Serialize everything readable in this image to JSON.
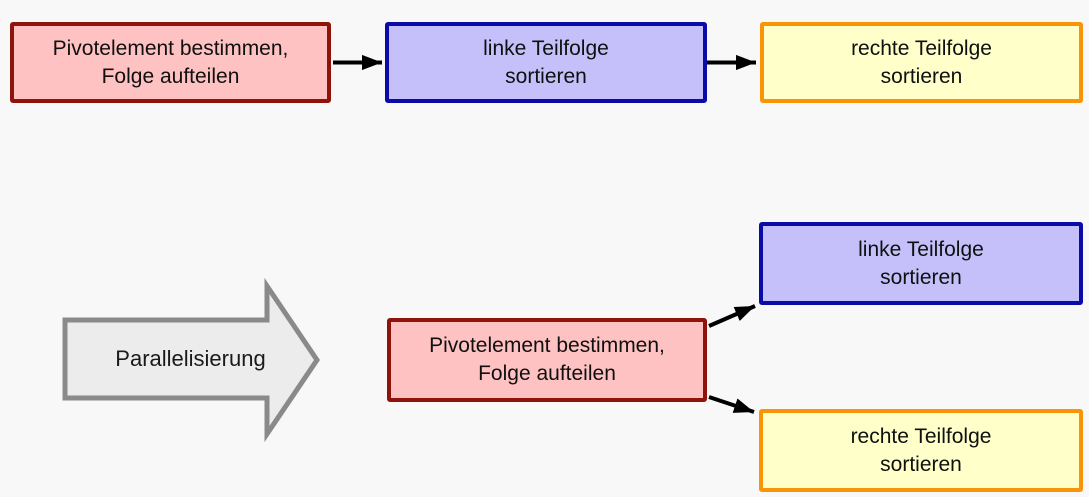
{
  "colors": {
    "page_bg": "#f8f8f8",
    "pink_fill": "#ffc2c2",
    "pink_border": "#8e130a",
    "blue_fill": "#c5c0fa",
    "blue_border": "#0b0ba8",
    "yellow_fill": "#ffffca",
    "yellow_border": "#f89406",
    "gray_fill": "#ececec",
    "gray_border": "#8a8a8a",
    "arrow_color": "#000000"
  },
  "sequential": {
    "pivot": {
      "line1": "Pivotelement bestimmen,",
      "line2": "Folge aufteilen"
    },
    "left": {
      "line1": "linke Teilfolge",
      "line2": "sortieren"
    },
    "right": {
      "line1": "rechte Teilfolge",
      "line2": "sortieren"
    }
  },
  "transform": {
    "label": "Parallelisierung"
  },
  "parallel": {
    "pivot": {
      "line1": "Pivotelement bestimmen,",
      "line2": "Folge aufteilen"
    },
    "left": {
      "line1": "linke Teilfolge",
      "line2": "sortieren"
    },
    "right": {
      "line1": "rechte Teilfolge",
      "line2": "sortieren"
    }
  }
}
